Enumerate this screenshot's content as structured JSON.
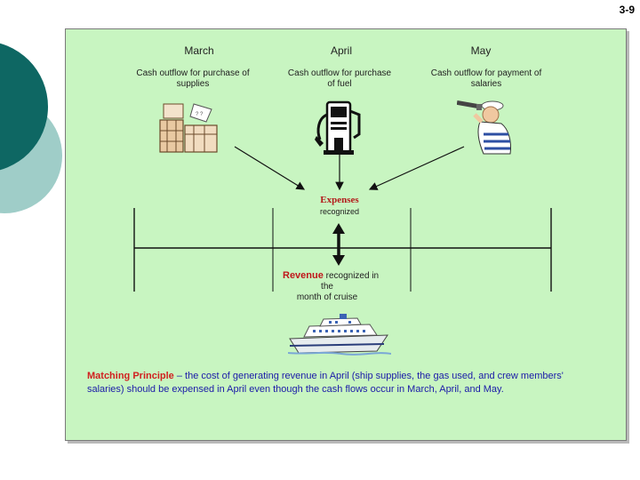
{
  "slide_number": "3-9",
  "months": {
    "march": "March",
    "april": "April",
    "may": "May"
  },
  "captions": {
    "march": "Cash outflow for purchase of supplies",
    "april_line1": "Cash outflow for purchase",
    "april_line2": "of fuel",
    "may_line1": "Cash outflow for payment of",
    "may_line2": "salaries"
  },
  "expenses": {
    "title": "Expenses",
    "subtitle": "recognized"
  },
  "revenue": {
    "word": "Revenue",
    "rest_line1": " recognized in",
    "rest_line2": "the",
    "rest_line3": "month of cruise"
  },
  "principle": {
    "title": "Matching Principle",
    "text": " – the cost of generating revenue in April (ship supplies, the gas used, and crew members' salaries) should be expensed in April even though the cash flows occur in March, April, and May."
  },
  "colors": {
    "panel_bg": "#c8f5c1",
    "expenses_red": "#b31b1b",
    "principle_blue": "#1a1aa8",
    "deco_teal": "#0e6763",
    "deco_light": "#9fcdc8"
  },
  "icons": [
    "supplies-crates-icon",
    "fuel-pump-icon",
    "sailor-telescope-icon",
    "cruise-ship-icon"
  ]
}
